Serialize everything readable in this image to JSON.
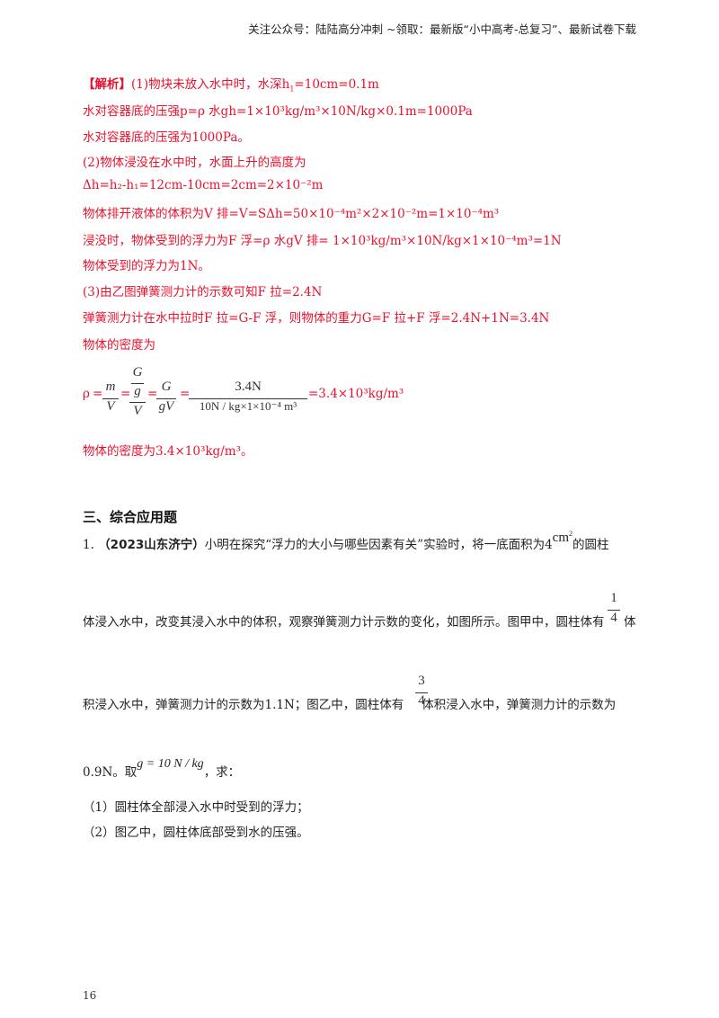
{
  "header": {
    "text": "关注公众号：陆陆高分冲刺  ~领取：最新版“小中高考-总复习”、最新试卷下载"
  },
  "solution": {
    "tag": "【解析】",
    "line1": "(1)物块未放入水中时，水深h",
    "line1_sub": "1",
    "line1_tail": "=10cm=0.1m",
    "line2": "水对容器底的压强p=ρ 水gh=1×10³kg/m³×10N/kg×0.1m=1000Pa",
    "line3": "水对容器底的压强为1000Pa。",
    "line4": "(2)物体浸没在水中时，水面上升的高度为",
    "line5": "Δh=h₂-h₁=12cm-10cm=2cm=2×10⁻²m",
    "line6": "物体排开液体的体积为V 排=V=SΔh=50×10⁻⁴m²×2×10⁻²m=1×10⁻⁴m³",
    "line7": "浸没时，物体受到的浮力为F 浮=ρ 水gV 排= 1×10³kg/m³×10N/kg×1×10⁻⁴m³=1N",
    "line8": "物体受到的浮力为1N。",
    "line9": "(3)由乙图弹簧测力计的示数可知F 拉=2.4N",
    "line10": "弹簧测力计在水中拉时F 拉=G-F 浮，则物体的重力G=F 拉+F 浮=2.4N+1N=3.4N",
    "line11": "物体的密度为",
    "rho": "ρ",
    "m": "m",
    "V": "V",
    "G": "G",
    "g": "g",
    "gV": "gV",
    "num": "3.4N",
    "den": "10N / kg×1×10⁻⁴ m³",
    "result": "=3.4×10³kg/m³",
    "line13": "物体的密度为3.4×10³kg/m³。"
  },
  "section_title": "三、综合应用题",
  "problem": {
    "number": "1.",
    "source": "（2023山东济宁）",
    "p1a": "小明在探究“浮力的大小与哪些因素有关”实验时，将一底面积为4",
    "unit": "cm",
    "unit_sup": "2",
    "p1b": "的圆柱",
    "p2a": "体浸入水中，改变其浸入水中的体积，观察弹簧测力计示数的变化，如图所示。图甲中，圆柱体有",
    "f1_num": "1",
    "f1_den": "4",
    "p2b": "体",
    "p3a": "积浸入水中，弹簧测力计的示数为1.1N；图乙中，圆柱体有",
    "f2_num": "3",
    "f2_den": "4",
    "p3b": "体积浸入水中，弹簧测力计的示数为",
    "p4a": "0.9N。取",
    "g_expr": "g = 10 N / kg",
    "p4b": "，求：",
    "q1": "（1）圆柱体全部浸入水中时受到的浮力；",
    "q2": "（2）图乙中，圆柱体底部受到水的压强。"
  },
  "page_number": "16"
}
